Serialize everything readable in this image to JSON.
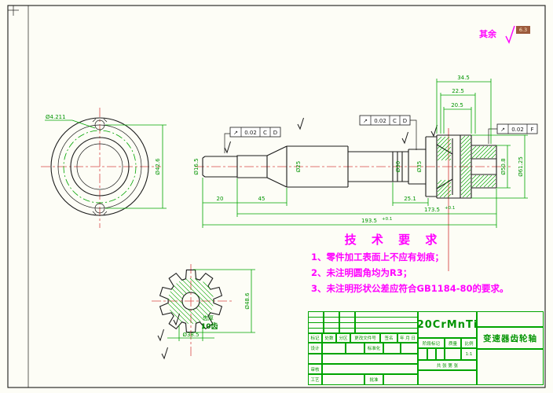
{
  "colors": {
    "line_green": "#00a400",
    "center_red": "#d84848",
    "note_magenta": "#ff00ff",
    "outline_black": "#1a1a1a",
    "sheet_bg": "#fdfdf6"
  },
  "notes": {
    "surface_default_label": "其余",
    "surface_default_value": "6.3",
    "tech_title": "技 术 要 求",
    "tech_items": [
      "1、零件加工表面上不应有划痕；",
      "2、未注明圆角均为R3；",
      "3、未注明形状公差应符合GB1184-80的要求。"
    ]
  },
  "end_view": {
    "hole_dim": "Ø4.211",
    "outer_dim": "Ø42.6"
  },
  "shaft": {
    "dims_top": [
      "34.5",
      "22.5",
      "20.5"
    ],
    "dims_bottom": {
      "d20": "20",
      "d45": "45",
      "d25": "25.1",
      "d173": "173.5",
      "d173_tol": "+0.1",
      "d193": "193.5",
      "d193_tol": "+0.1"
    },
    "dia_labels": {
      "left": "Ø16.5",
      "mid": "Ø25",
      "spline": "Ø30",
      "hub_left": "Ø35",
      "right_inner": "Ø50.8",
      "right_outer": "Ø61.25"
    },
    "fcf": [
      {
        "symbol": "↗",
        "tolerance": "0.02",
        "datum1": "C",
        "datum2": "D"
      },
      {
        "symbol": "↗",
        "tolerance": "0.02",
        "datum1": "C",
        "datum2": "D"
      },
      {
        "symbol": "↗",
        "tolerance": "0.02",
        "datum1": "F",
        "datum2": ""
      }
    ]
  },
  "gear_view": {
    "tooth_note": "齿厚",
    "teeth_count": "10齿",
    "outer_dim": "Ø48.6",
    "root_dim": "Ø38.5"
  },
  "title_block": {
    "material": "20CrMnTi",
    "part_name": "变速器齿轮轴",
    "header_row": [
      "标记",
      "处数",
      "分区",
      "更改文件号",
      "签名",
      "年 月 日"
    ],
    "row_design": "设计",
    "row_standard": "标准化",
    "row_check": "审核",
    "row_process": "工艺",
    "row_approve": "批准",
    "stage_label": "阶段标记",
    "mass_label": "质量",
    "scale_label": "比例",
    "scale_value": "1:1",
    "sheet_label": "共 张 第 张"
  }
}
